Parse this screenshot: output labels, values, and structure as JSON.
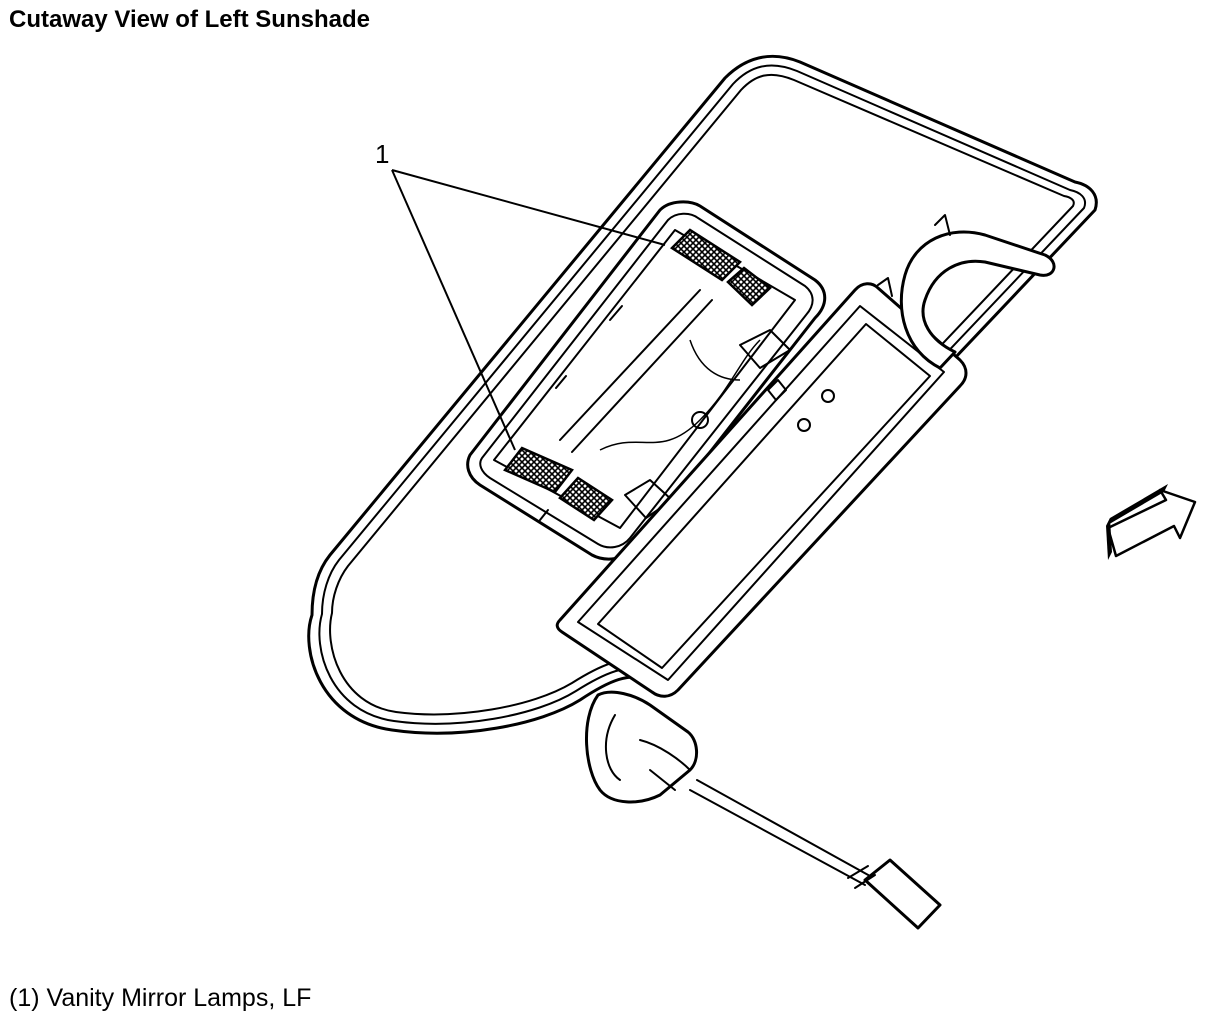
{
  "title": "Cutaway View of Left Sunshade",
  "callout": {
    "number": "1"
  },
  "legend": {
    "text": "(1) Vanity Mirror Lamps, LF"
  },
  "colors": {
    "line": "#000000",
    "background": "#ffffff"
  }
}
